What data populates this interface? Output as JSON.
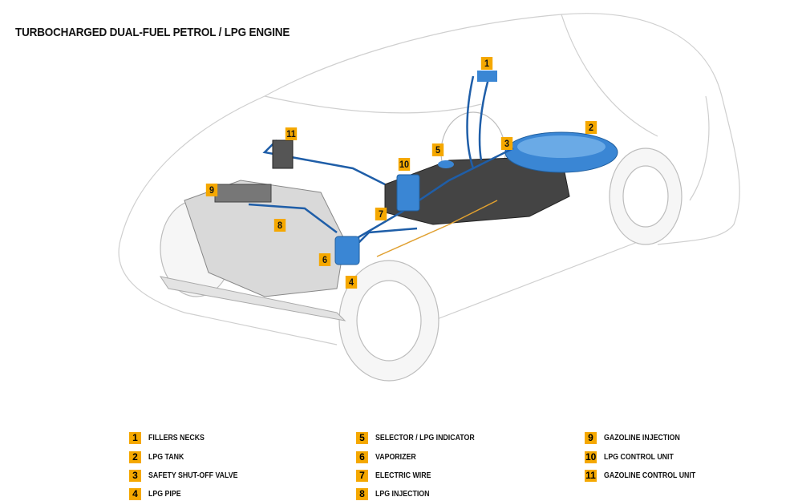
{
  "title": "TURBOCHARGED DUAL-FUEL PETROL / LPG ENGINE",
  "colors": {
    "badge": "#f5a800",
    "lpg_component": "#3a86d4",
    "outline": "#c8c8c8"
  },
  "markers": [
    "1",
    "2",
    "3",
    "4",
    "5",
    "6",
    "7",
    "8",
    "9",
    "10",
    "11"
  ],
  "legend": [
    {
      "num": "1",
      "label": "FILLERS NECKS"
    },
    {
      "num": "2",
      "label": "LPG TANK"
    },
    {
      "num": "3",
      "label": "SAFETY SHUT-OFF VALVE"
    },
    {
      "num": "4",
      "label": "LPG PIPE"
    },
    {
      "num": "5",
      "label": "SELECTOR / LPG INDICATOR"
    },
    {
      "num": "6",
      "label": "VAPORIZER"
    },
    {
      "num": "7",
      "label": "ELECTRIC WIRE"
    },
    {
      "num": "8",
      "label": "LPG INJECTION"
    },
    {
      "num": "9",
      "label": "GAZOLINE INJECTION"
    },
    {
      "num": "10",
      "label": "LPG CONTROL UNIT"
    },
    {
      "num": "11",
      "label": "GAZOLINE CONTROL UNIT"
    }
  ]
}
